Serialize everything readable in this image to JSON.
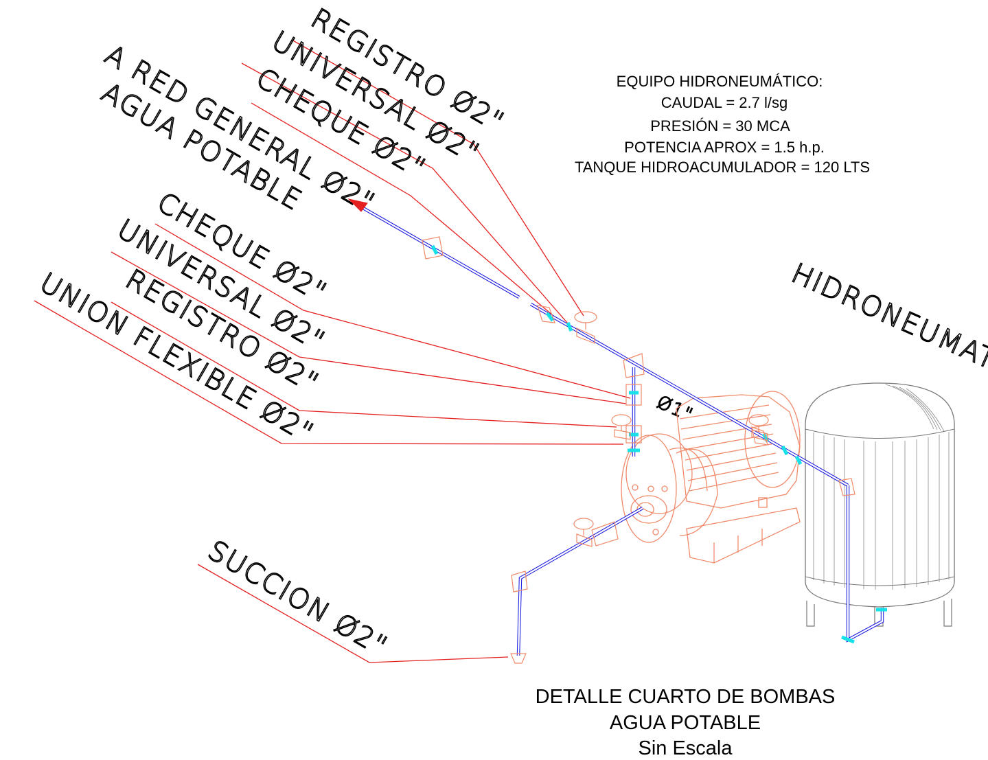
{
  "labels": {
    "registro_top": "REGISTRO Ø2\"",
    "universal_top": "UNIVERSAL Ø2\"",
    "cheque_top": "CHEQUE Ø2\"",
    "red_general_1": "A RED GENERAL Ø2\"",
    "red_general_2": "AGUA POTABLE",
    "cheque_mid": "CHEQUE Ø2\"",
    "universal_mid": "UNIVERSAL Ø2\"",
    "registro_mid": "REGISTRO Ø2\"",
    "union_flexible": "UNION FLEXIBLE Ø2\"",
    "succion": "SUCCION Ø2\"",
    "hidroneumatico": "HIDRONEUMATICO",
    "diam_1": "Ø1\""
  },
  "specs": {
    "heading": "EQUIPO HIDRONEUMÁTICO:",
    "caudal": "CAUDAL = 2.7 l/sg",
    "presion": "PRESIÓN = 30 MCA",
    "potencia": "POTENCIA APROX = 1.5 h.p.",
    "tanque": "TANQUE HIDROACUMULADOR = 120 LTS"
  },
  "title": {
    "line1": "DETALLE CUARTO DE BOMBAS",
    "line2": "AGUA POTABLE",
    "line3": "Sin Escala"
  },
  "colors": {
    "pipe": "#1a1ae0",
    "fitting": "#18e0e8",
    "equipment": "#f08a6a",
    "leader": "#e52020"
  }
}
